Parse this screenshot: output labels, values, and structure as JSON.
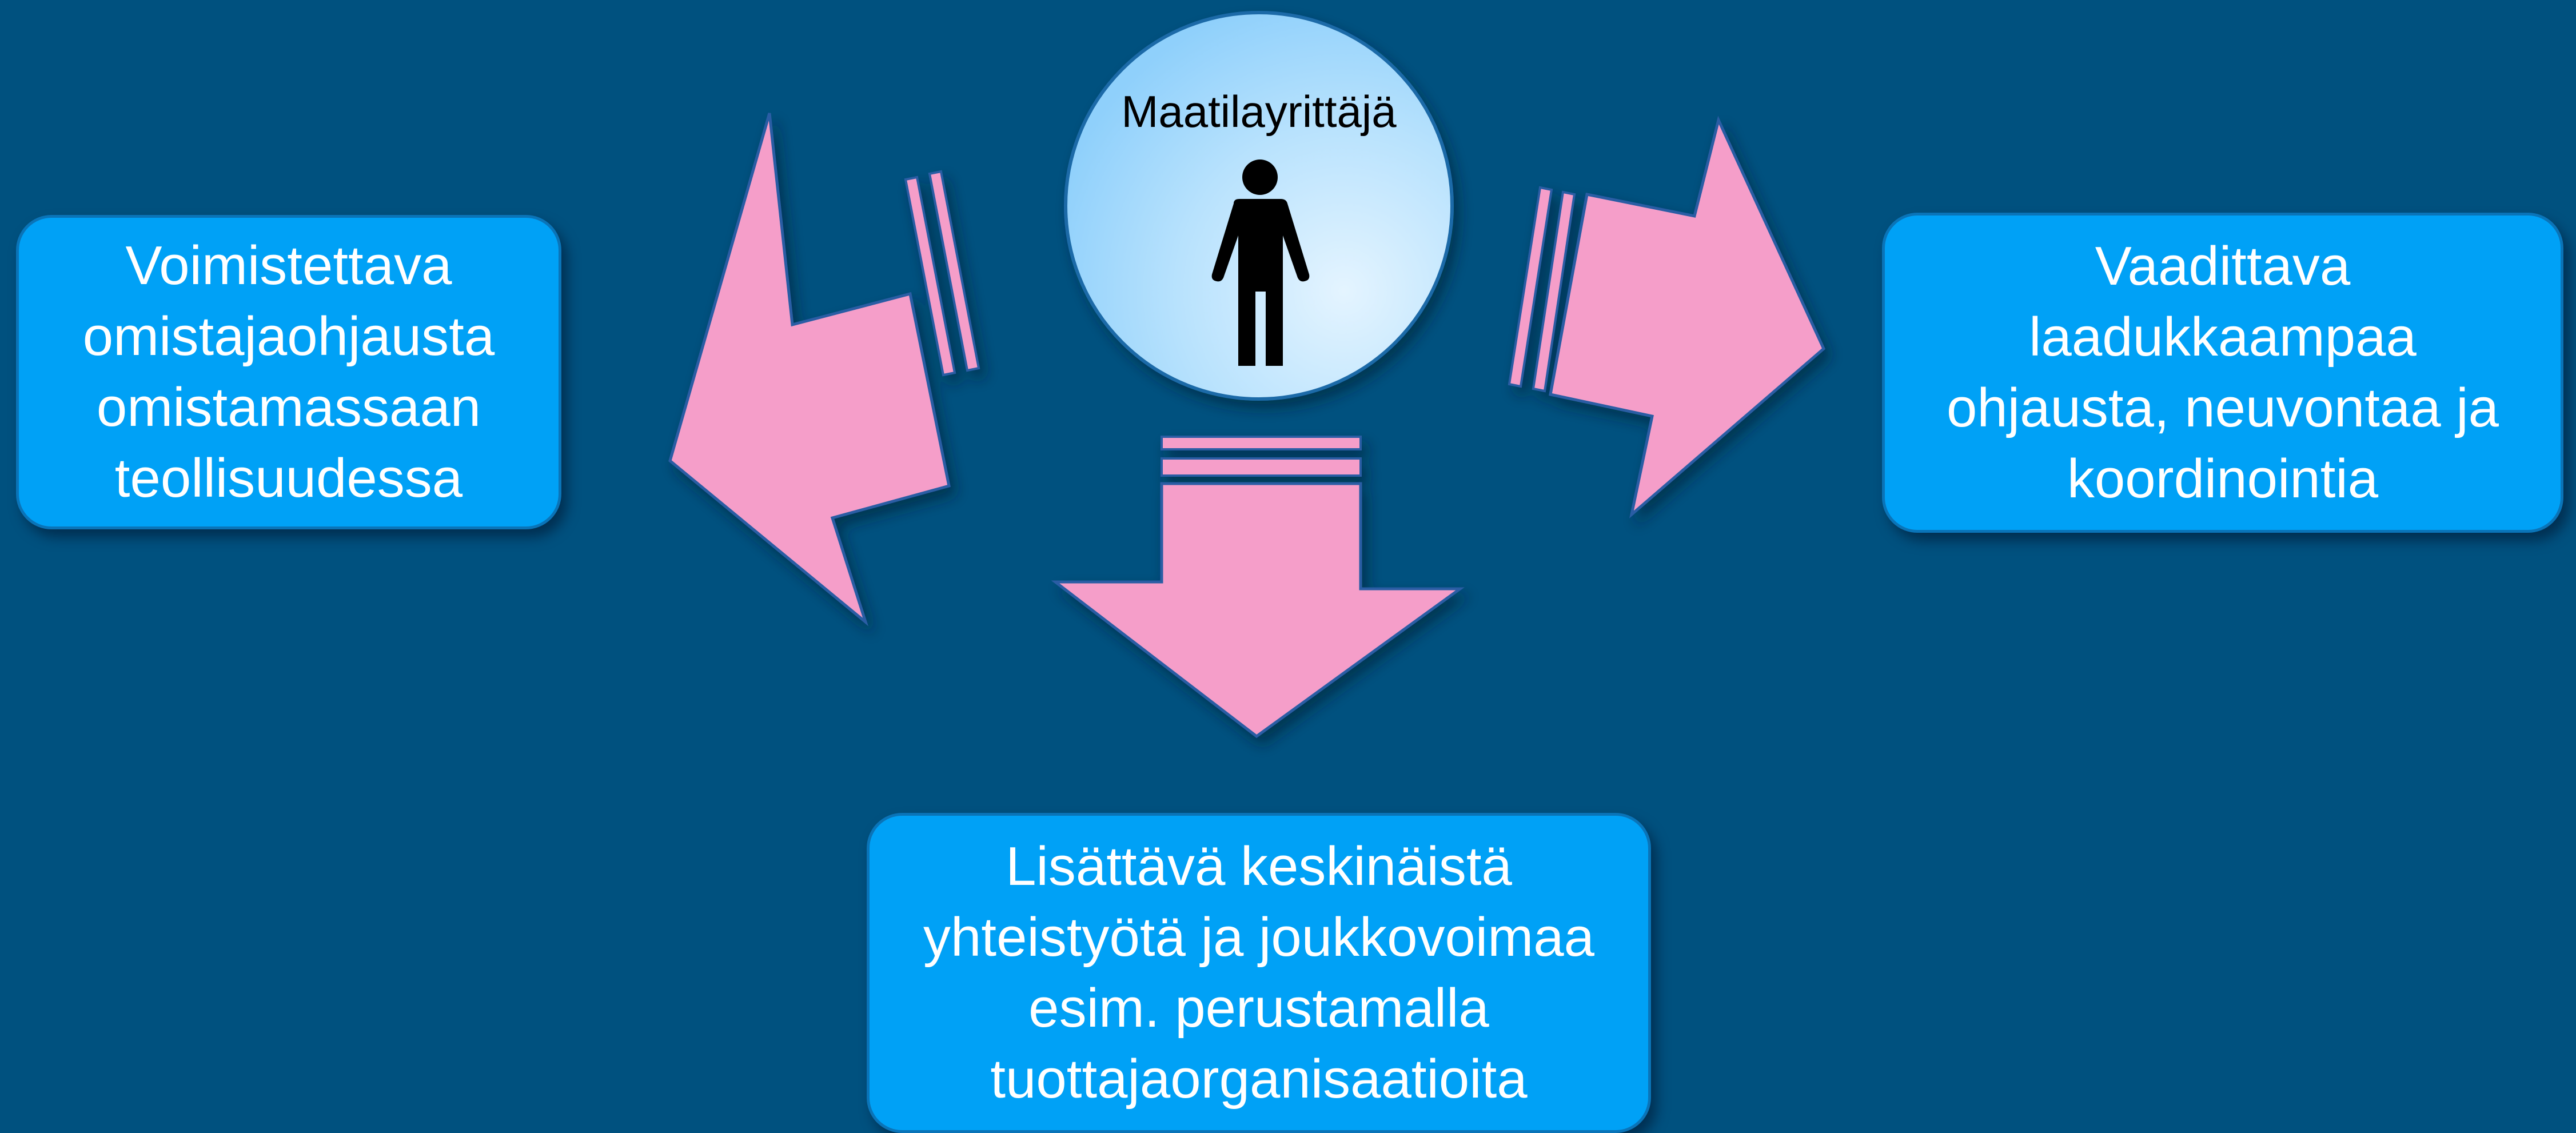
{
  "center": {
    "label": "Maatilayrittäjä",
    "icon": "person-icon"
  },
  "boxes": {
    "left": {
      "lines": [
        "Voimistettava",
        "omistajaohjausta",
        "omistamassaan",
        "teollisuudessa"
      ]
    },
    "right": {
      "lines": [
        "Vaadittava",
        "laadukkaampaa",
        "ohjausta, neuvontaa ja",
        "koordinointia"
      ]
    },
    "bottom": {
      "lines": [
        "Lisättävä keskinäistä",
        "yhteistyötä ja joukkovoimaa",
        "esim. perustamalla",
        "tuottajaorganisaatioita"
      ]
    }
  },
  "arrows": [
    "arrow-left",
    "arrow-right",
    "arrow-down"
  ],
  "colors": {
    "background": "#00517f",
    "box_fill": "#00a1f6",
    "arrow_fill": "#f59ec9",
    "arrow_stroke": "#2a5da4",
    "circle_light": "#e4f4ff",
    "circle_mid": "#96d4fb",
    "figure": "#000000"
  }
}
